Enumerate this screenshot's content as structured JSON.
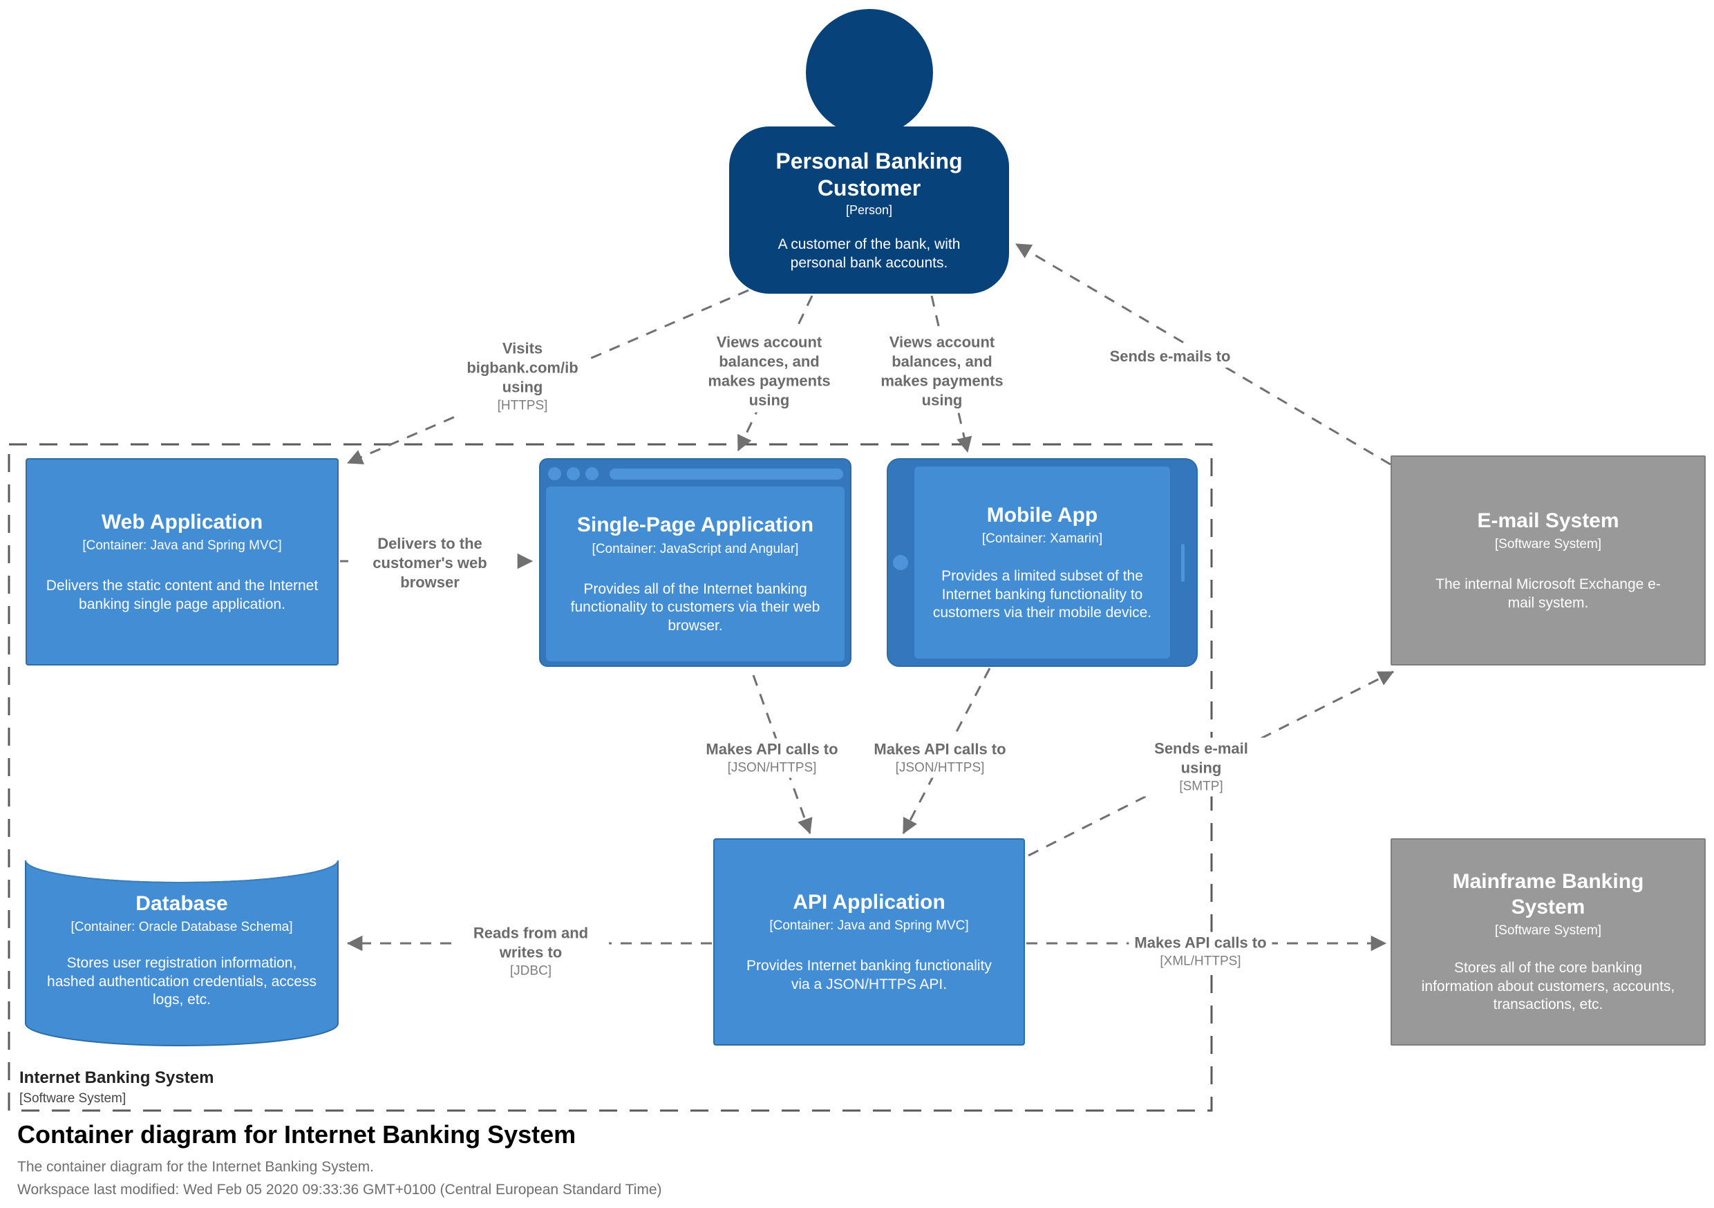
{
  "diagram": {
    "title": "Container diagram for Internet Banking System",
    "subtitle": "The container diagram for the Internet Banking System.",
    "workspace_modified": "Workspace last modified: Wed Feb 05 2020 09:33:36 GMT+0100 (Central European Standard Time)"
  },
  "boundary": {
    "name": "Internet Banking System",
    "type": "[Software System]"
  },
  "nodes": {
    "person": {
      "name": "Personal Banking Customer",
      "type": "[Person]",
      "description": "A customer of the bank, with personal bank accounts."
    },
    "web_app": {
      "name": "Web Application",
      "type": "[Container: Java and Spring MVC]",
      "description": "Delivers the static content and the Internet banking single page application."
    },
    "spa": {
      "name": "Single-Page Application",
      "type": "[Container: JavaScript and Angular]",
      "description": "Provides all of the Internet banking functionality to customers via their web browser."
    },
    "mobile": {
      "name": "Mobile App",
      "type": "[Container: Xamarin]",
      "description": "Provides a limited subset of the Internet banking functionality to customers via their mobile device."
    },
    "email": {
      "name": "E-mail System",
      "type": "[Software System]",
      "description": "The internal Microsoft Exchange e-mail system."
    },
    "database": {
      "name": "Database",
      "type": "[Container: Oracle Database Schema]",
      "description": "Stores user registration information, hashed authentication credentials, access logs, etc."
    },
    "api": {
      "name": "API Application",
      "type": "[Container: Java and Spring MVC]",
      "description": "Provides Internet banking functionality via a JSON/HTTPS API."
    },
    "mainframe": {
      "name": "Mainframe Banking System",
      "type": "[Software System]",
      "description": "Stores all of the core banking information about customers, accounts, transactions, etc."
    }
  },
  "relationships": {
    "visits": {
      "label": "Visits bigbank.com/ib using",
      "tech": "[HTTPS]"
    },
    "views_spa": {
      "label": "Views account balances, and makes payments using"
    },
    "views_mobile": {
      "label": "Views account balances, and makes payments using"
    },
    "sends_emails_to": {
      "label": "Sends e-mails to"
    },
    "delivers": {
      "label": "Delivers to the customer's web browser"
    },
    "api_calls_spa": {
      "label": "Makes API calls to",
      "tech": "[JSON/HTTPS]"
    },
    "api_calls_mobile": {
      "label": "Makes API calls to",
      "tech": "[JSON/HTTPS]"
    },
    "sends_email_smtp": {
      "label": "Sends e-mail using",
      "tech": "[SMTP]"
    },
    "reads_writes": {
      "label": "Reads from and writes to",
      "tech": "[JDBC]"
    },
    "api_calls_mainframe": {
      "label": "Makes API calls to",
      "tech": "[XML/HTTPS]"
    }
  },
  "colors": {
    "person_fill": "#08427b",
    "container_fill": "#438dd5",
    "container_frame": "#3577bc",
    "external_fill": "#999999",
    "relationship_line": "#707070",
    "boundary_line": "#5a5a5a"
  }
}
